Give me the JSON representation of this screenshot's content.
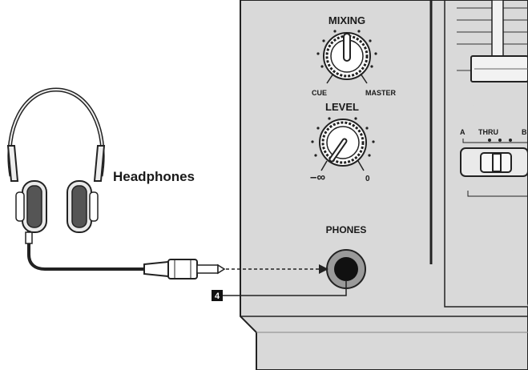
{
  "labels": {
    "mixing": "MIXING",
    "cue": "CUE",
    "master": "MASTER",
    "level": "LEVEL",
    "level_min": "–∞",
    "level_max": "0",
    "phones": "PHONES",
    "headphones": "Headphones",
    "crossfader_a": "A",
    "crossfader_thru": "THRU",
    "crossfader_b": "B",
    "callout_number": "4"
  },
  "colors": {
    "panel": "#d9d9d9",
    "panel_edge": "#222222",
    "jack_ring": "#9a9a9a",
    "jack_hole": "#111111",
    "callout_bg": "#111111",
    "headphone_pad": "#555555"
  }
}
